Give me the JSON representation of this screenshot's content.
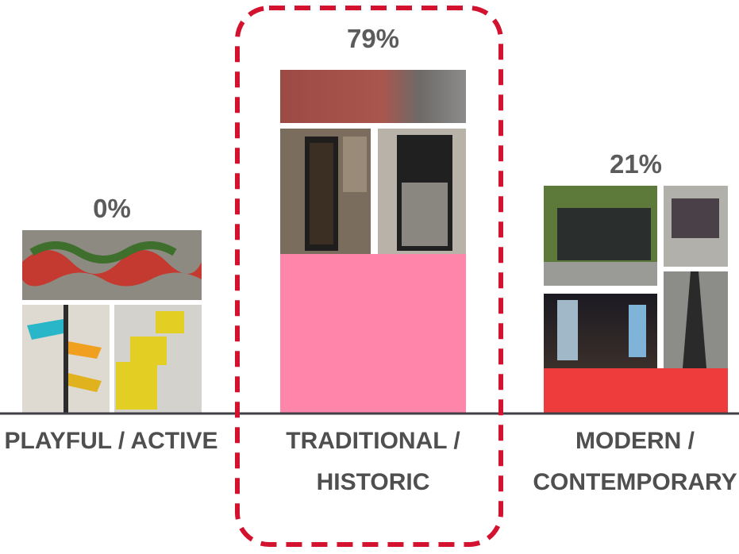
{
  "chart_data": {
    "type": "bar",
    "categories": [
      "PLAYFUL / ACTIVE",
      "TRADITIONAL / HISTORIC",
      "MODERN / CONTEMPORARY"
    ],
    "category_lines": [
      [
        "PLAYFUL / ACTIVE"
      ],
      [
        "TRADITIONAL /",
        "HISTORIC"
      ],
      [
        "MODERN /",
        "CONTEMPORARY"
      ]
    ],
    "values": [
      0,
      79,
      21
    ],
    "value_labels": [
      "0%",
      "79%",
      "21%"
    ],
    "unit": "%",
    "ylim": [
      0,
      100
    ],
    "grid": false,
    "legend": "none",
    "highlighted_category": "TRADITIONAL / HISTORIC",
    "colors": {
      "PLAYFUL / ACTIVE": "#f2c200",
      "TRADITIONAL / HISTORIC": "#ff86aa",
      "MODERN / CONTEMPORARY": "#ee3b3b",
      "baseline": "#3f3f48",
      "highlight": "#d2122e",
      "label": "#4f4f4f"
    }
  }
}
